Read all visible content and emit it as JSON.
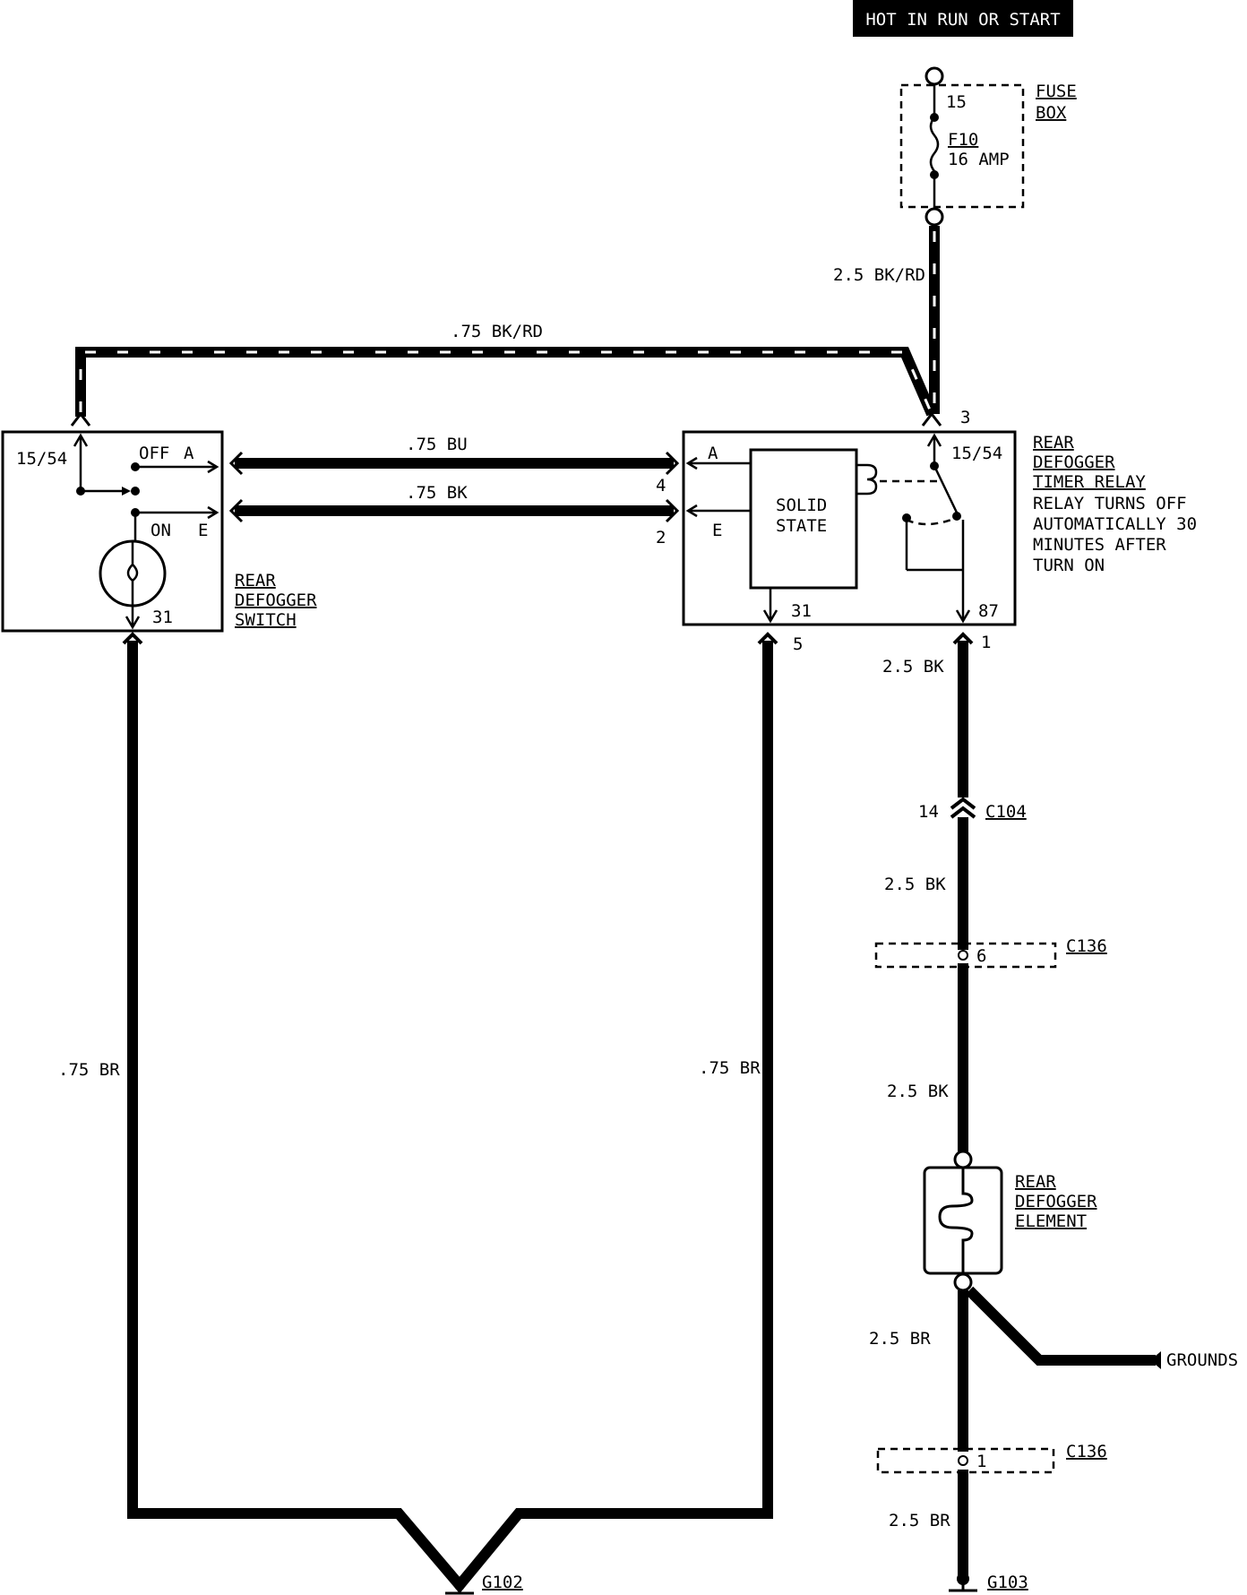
{
  "header": {
    "power_label": "HOT IN RUN OR START"
  },
  "fuse_box": {
    "label_line1": "FUSE",
    "label_line2": "BOX",
    "terminal": "15",
    "fuse_name": "F10",
    "fuse_rating": "16 AMP"
  },
  "wires": {
    "feed_main": "2.5 BK/RD",
    "feed_switch": ".75 BK/RD",
    "signal_a": ".75 BU",
    "signal_e": ".75 BK",
    "switch_ground": ".75 BR",
    "relay_ground": ".75 BR",
    "relay_out_1": "2.5 BK",
    "relay_out_2": "2.5 BK",
    "relay_out_3": "2.5 BK",
    "element_ground_1": "2.5 BR",
    "element_ground_2": "2.5 BR"
  },
  "switch": {
    "label_line1": "REAR",
    "label_line2": "DEFOGGER",
    "label_line3": "SWITCH",
    "pin_feed": "15/54",
    "pos_off": "OFF",
    "pos_on": "ON",
    "pin_a": "A",
    "pin_e": "E",
    "pin_ground": "31"
  },
  "relay": {
    "label_line1": "REAR",
    "label_line2": "DEFOGGER",
    "label_line3": "TIMER RELAY",
    "note_line1": "RELAY TURNS OFF",
    "note_line2": "AUTOMATICALLY 30",
    "note_line3": "MINUTES AFTER",
    "note_line4": "TURN ON",
    "solid_state_line1": "SOLID",
    "solid_state_line2": "STATE",
    "pin_a": "A",
    "pin_e": "E",
    "pin_feed": "15/54",
    "pin_ground": "31",
    "pin_out": "87",
    "conn_a": "4",
    "conn_e": "2",
    "conn_feed": "3",
    "conn_ground": "5",
    "conn_out": "1"
  },
  "connectors": {
    "c104_name": "C104",
    "c104_pin": "14",
    "c136_name_top": "C136",
    "c136_pin_top": "6",
    "c136_name_bottom": "C136",
    "c136_pin_bottom": "1"
  },
  "element": {
    "label_line1": "REAR",
    "label_line2": "DEFOGGER",
    "label_line3": "ELEMENT",
    "grounds_label": "GROUNDS"
  },
  "grounds": {
    "g102": "G102",
    "g103": "G103"
  }
}
